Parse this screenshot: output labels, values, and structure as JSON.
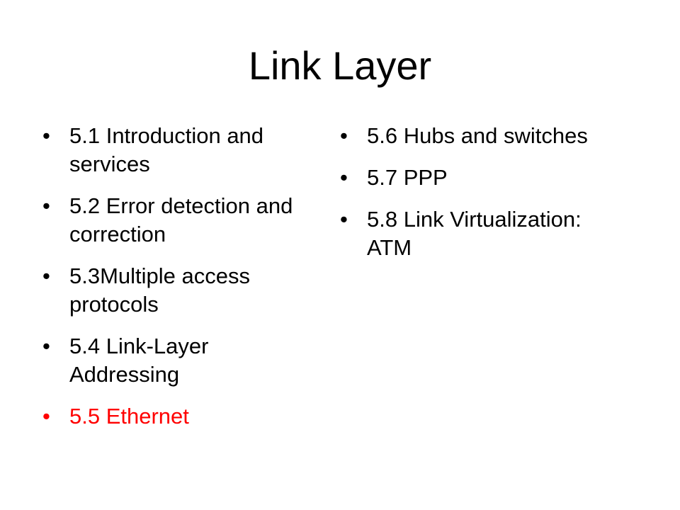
{
  "slide": {
    "title": "Link Layer",
    "bullet_glyph": "•",
    "highlight_color": "#ff0000",
    "left_items": [
      {
        "text": "5.1 Introduction and services"
      },
      {
        "text": "5.2 Error detection and correction"
      },
      {
        "text": "5.3Multiple access protocols"
      },
      {
        "text": "5.4 Link-Layer Addressing"
      },
      {
        "text": "5.5 Ethernet"
      }
    ],
    "right_items": [
      {
        "text": "5.6 Hubs and switches"
      },
      {
        "text": "5.7 PPP"
      },
      {
        "text": "5.8 Link Virtualization: ATM"
      }
    ]
  }
}
